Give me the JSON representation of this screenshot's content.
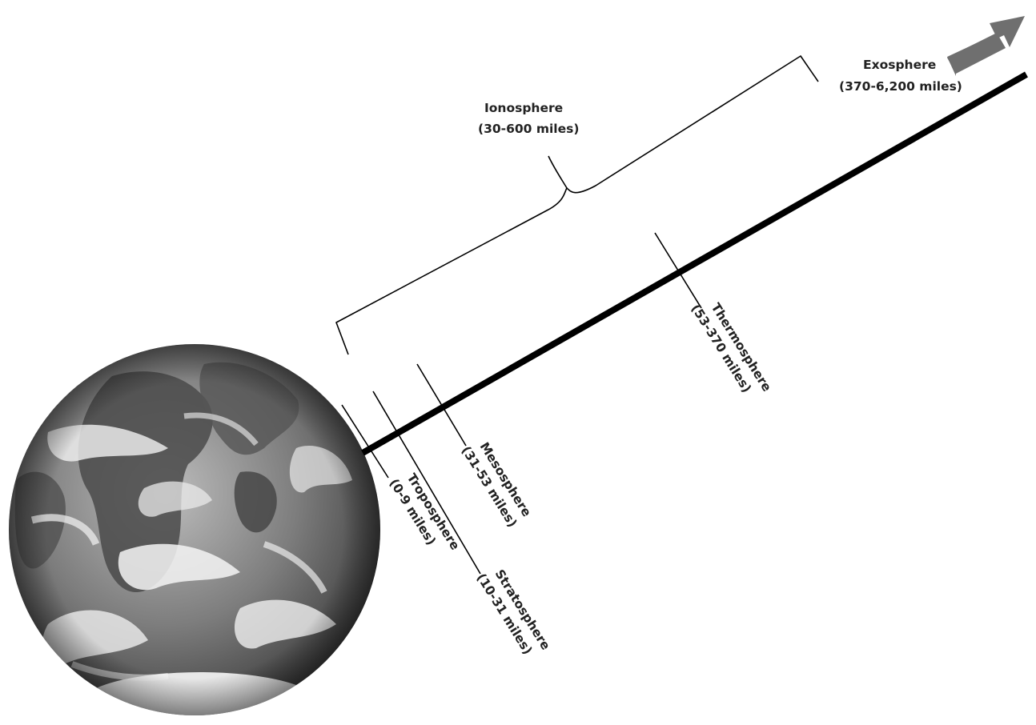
{
  "colors": {
    "axis": "#000000",
    "arrow": "#6f6f6f",
    "text": "#222222",
    "earth_dark": "#2b2b2b",
    "earth_light": "#d9d9d9"
  },
  "icons": {
    "earth": "earth-globe-icon",
    "arrow": "up-right-arrow-icon"
  },
  "layers": {
    "troposphere": {
      "name": "Troposphere",
      "range": "(0-9 miles)"
    },
    "stratosphere": {
      "name": "Stratosphere",
      "range": "(10-31 miles)"
    },
    "mesosphere": {
      "name": "Mesosphere",
      "range": "(31-53 miles)"
    },
    "thermosphere": {
      "name": "Thermosphere",
      "range": "(53-370 miles)"
    },
    "ionosphere": {
      "name": "Ionosphere",
      "range": "(30-600 miles)"
    },
    "exosphere": {
      "name": "Exosphere",
      "range": "(370-6,200 miles)"
    }
  }
}
